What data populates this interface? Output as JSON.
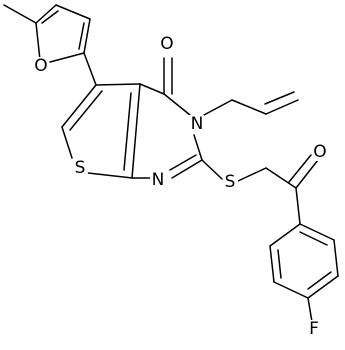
{
  "atoms": {
    "O_furan": "O",
    "O_carbonyl_ring": "O",
    "N_ring_upper": "N",
    "S_thiophene": "S",
    "N_ring_lower": "N",
    "S_thioether": "S",
    "O_ketone": "O",
    "F": "F"
  },
  "colors": {
    "bond": "#000000",
    "text": "#000000",
    "background": "#ffffff"
  }
}
